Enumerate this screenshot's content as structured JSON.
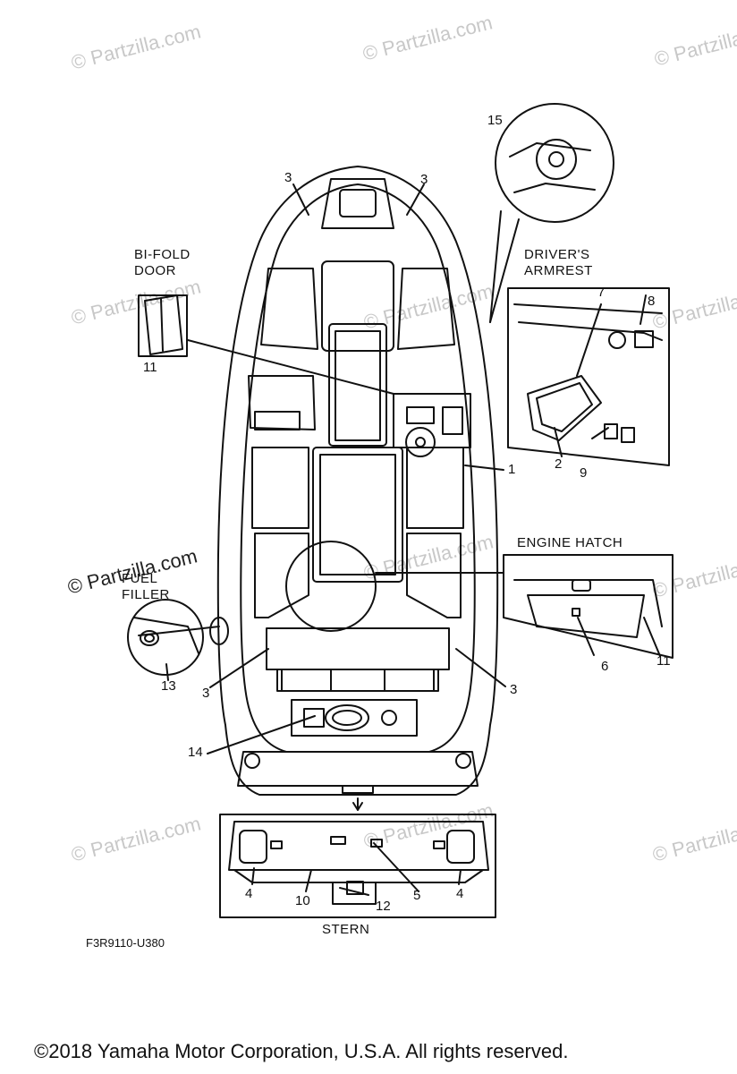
{
  "watermark": "© Partzilla.com",
  "labels": {
    "bifold_door": [
      "BI-FOLD",
      "DOOR"
    ],
    "drivers_armrest": [
      "DRIVER'S",
      "ARMREST"
    ],
    "engine_hatch": "ENGINE HATCH",
    "fuel_filler": [
      "FUEL",
      "FILLER"
    ],
    "stern": "STERN"
  },
  "callouts": {
    "n15": "15",
    "n3a": "3",
    "n3b": "3",
    "n7": "7",
    "n8": "8",
    "n11a": "11",
    "n1": "1",
    "n2": "2",
    "n9": "9",
    "n6": "6",
    "n11b": "11",
    "n13": "13",
    "n3c": "3",
    "n3d": "3",
    "n14": "14",
    "n4a": "4",
    "n10": "10",
    "n12": "12",
    "n5": "5",
    "n4b": "4"
  },
  "diagram_code": "F3R9110-U380",
  "copyright": "©2018  Yamaha Motor Corporation, U.S.A. All rights reserved."
}
